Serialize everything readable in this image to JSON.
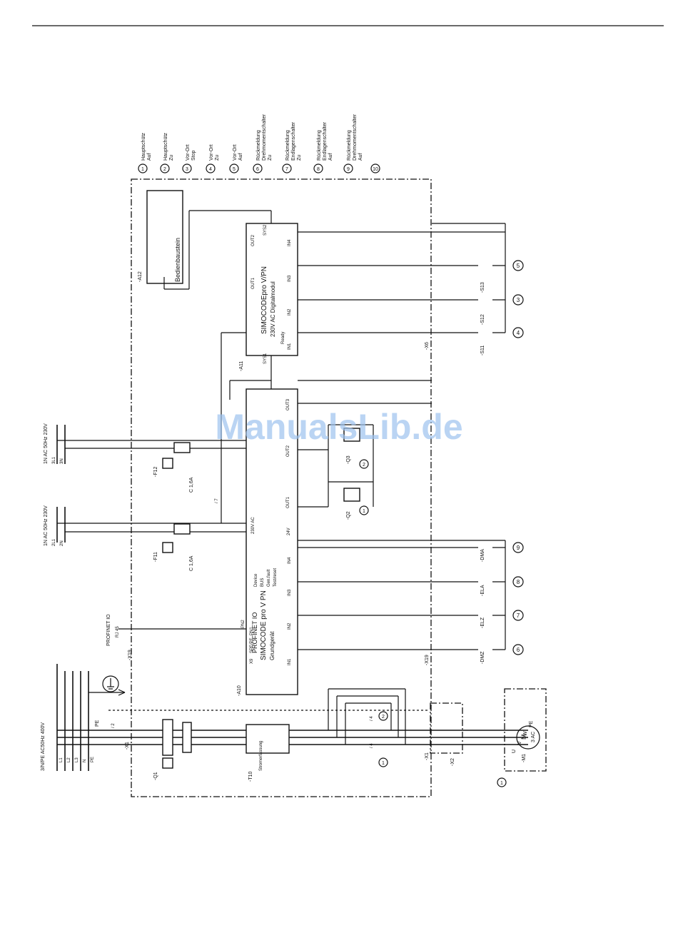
{
  "watermark": "ManualsLib.de",
  "legend": [
    {
      "num": "1",
      "lines": [
        "Hauptschütz",
        "Auf"
      ]
    },
    {
      "num": "2",
      "lines": [
        "Hauptschütz",
        "Zu"
      ]
    },
    {
      "num": "3",
      "lines": [
        "Vor-Ort",
        "Stop"
      ]
    },
    {
      "num": "4",
      "lines": [
        "Vor-Ort",
        "Zu"
      ]
    },
    {
      "num": "5",
      "lines": [
        "Vor-Ort",
        "Auf"
      ]
    },
    {
      "num": "6",
      "lines": [
        "Rückmeldung",
        "Drehmomentschalter",
        "Zu"
      ]
    },
    {
      "num": "7",
      "lines": [
        "Rückmeldung",
        "Endlagenschalter",
        "Zu"
      ]
    },
    {
      "num": "8",
      "lines": [
        "Rückmeldung",
        "Endlagenschalter",
        "Auf"
      ]
    },
    {
      "num": "9",
      "lines": [
        "Rückmeldung",
        "Drehmomentschalter",
        "Auf"
      ]
    },
    {
      "num": "10",
      "lines": []
    }
  ],
  "supplies": {
    "main": "3/N/PE AC50Hz 400V",
    "main_phases": [
      "L1",
      "L2",
      "L3",
      "N",
      "PE"
    ],
    "aux1": "1N AC 50Hz 230V",
    "aux1_terms": [
      "2L1",
      "2N"
    ],
    "aux2": "1N AC 50Hz 230V",
    "aux2_terms": [
      "3L1",
      "3N"
    ],
    "profinet": "PROFINET IO",
    "rj45": "RJ 45",
    "pe": "PE",
    "pe_ref": "/ 2"
  },
  "devices": {
    "q1": "-Q1",
    "f11": "-F11",
    "f11_rating": "C 1,6A",
    "f12": "-F12",
    "f12_rating": "C 1,6A",
    "t10": "-T10",
    "t10_label": "Stromerfassung",
    "a10": "-A10",
    "a10_title": "SIMOCODE pro V PN",
    "a10_sub1": "PROFINET IO",
    "a10_sub2": "Grundgerät",
    "a10_leds": [
      "Device",
      "BUS",
      "Gen.fault",
      "Test/reset"
    ],
    "a10_supply": "230V AC",
    "a10_24v": "24V",
    "a11": "-A11",
    "a11_title": "SIMOCODEpro V/PN",
    "a11_sub": "230V AC Digitalmodul",
    "a11_ready": "Ready",
    "a12": "-A12",
    "a12_title": "Bedienbaustein",
    "q2": "-Q2",
    "q3": "-Q3",
    "x1": "-X1",
    "x2": "-X2",
    "x19": "-X19",
    "x6": "-X6",
    "m1": "-M1",
    "motor": "M",
    "motor_ac": "3 AC",
    "motor_uvw": [
      "U",
      "V",
      "W",
      "PE"
    ]
  },
  "inputs": {
    "s11": "-S11",
    "s12": "-S12",
    "s13": "-S13",
    "dmz": "-DMZ",
    "elz": "-ELZ",
    "ela": "-ELA",
    "dma": "-DMA"
  },
  "io": {
    "out_labels": [
      "OUT1",
      "OUT2",
      "OUT3"
    ],
    "in_labels": [
      "IN1",
      "IN2",
      "IN3",
      "IN4"
    ],
    "a11_in_labels": [
      "IN1",
      "IN2",
      "IN3",
      "IN4"
    ],
    "a11_out_labels": [
      "OUT1",
      "OUT2"
    ],
    "sys1": "SYS1",
    "sys2": "SYS2",
    "pn1": "PN1",
    "pn2": "PN2",
    "sp_pe": "SPE/PE",
    "x9": "X9",
    "ref_i7": "/ 7",
    "ref_i4": "/ 4"
  }
}
